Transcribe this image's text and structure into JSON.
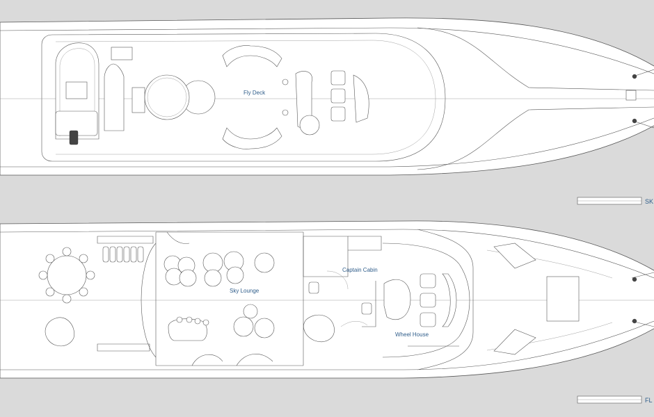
{
  "drawing": {
    "upper_deck": {
      "label": "Fly Deck",
      "scale_tag": "SK"
    },
    "lower_deck": {
      "labels": {
        "sky_lounge": "Sky Lounge",
        "captain_cabin": "Captain Cabin",
        "wheel_house": "Wheel House"
      },
      "scale_tag": "FL"
    }
  },
  "colors": {
    "background": "#dadada",
    "paper": "#ffffff",
    "linework": "#555555",
    "label_text": "#2f5d8a"
  }
}
